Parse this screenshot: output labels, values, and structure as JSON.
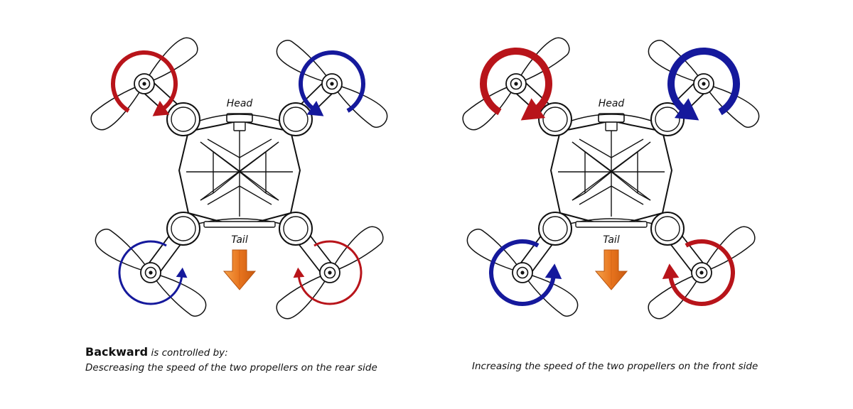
{
  "labels": {
    "head": "Head",
    "tail": "Tail"
  },
  "caption": {
    "title_bold": "Backward",
    "title_rest": "is controlled by:",
    "left_desc": "Descreasing the speed of the two propellers on the rear side",
    "right_desc": "Increasing the speed of the two propellers on the front side"
  },
  "colors": {
    "red_arrow": "#b8141a",
    "blue_arrow": "#15199c",
    "tail_arrow": "#e8741e",
    "outline": "#111111"
  },
  "icons": {
    "tail_arrow": "down-arrow-icon",
    "rotation": "rotation-arrow-icon"
  },
  "panels": [
    {
      "name": "decrease-rear",
      "rotors": [
        {
          "position": "front-left",
          "color": "red",
          "direction": "clockwise",
          "speed": "normal"
        },
        {
          "position": "front-right",
          "color": "blue",
          "direction": "counter-clockwise",
          "speed": "normal"
        },
        {
          "position": "rear-left",
          "color": "blue",
          "direction": "counter-clockwise",
          "speed": "decreased"
        },
        {
          "position": "rear-right",
          "color": "red",
          "direction": "clockwise",
          "speed": "decreased"
        }
      ]
    },
    {
      "name": "increase-front",
      "rotors": [
        {
          "position": "front-left",
          "color": "red",
          "direction": "clockwise",
          "speed": "increased"
        },
        {
          "position": "front-right",
          "color": "blue",
          "direction": "counter-clockwise",
          "speed": "increased"
        },
        {
          "position": "rear-left",
          "color": "blue",
          "direction": "counter-clockwise",
          "speed": "normal"
        },
        {
          "position": "rear-right",
          "color": "red",
          "direction": "clockwise",
          "speed": "normal"
        }
      ]
    }
  ]
}
